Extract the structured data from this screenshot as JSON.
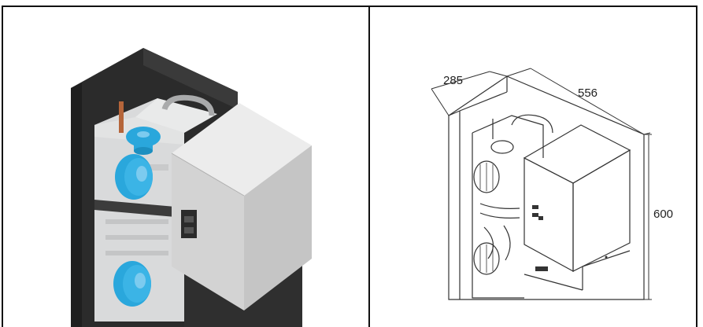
{
  "drawing": {
    "depth_label": "285",
    "width_label": "556",
    "height_label": "600"
  },
  "colors": {
    "cap_blue": "#2aa7dc",
    "housing_dark": "#2b2b2b",
    "tank_grey": "#d9dadb",
    "cabinet_grey": "#cfcfcf"
  }
}
